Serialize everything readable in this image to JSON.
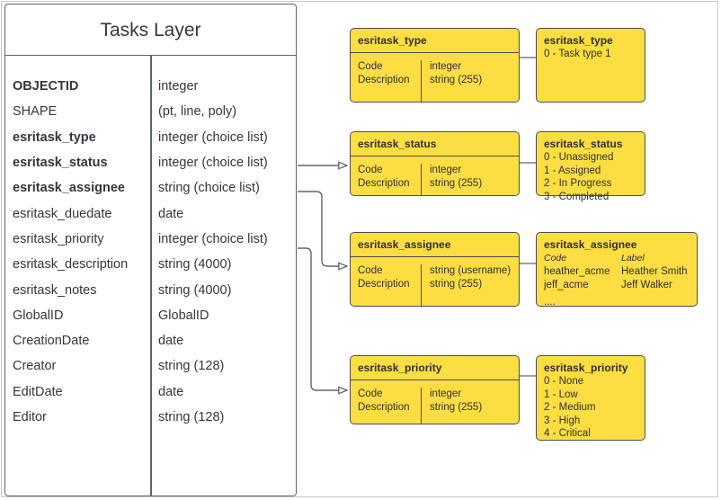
{
  "diagram": {
    "title": "Tasks Layer"
  },
  "tasks_layer": {
    "title": "Tasks Layer",
    "fields": [
      {
        "name": "OBJECTID",
        "type": "integer",
        "bold": false
      },
      {
        "name": "SHAPE",
        "type": "(pt, line, poly)",
        "bold": false
      },
      {
        "name": "esritask_type",
        "type": "integer (choice list)",
        "bold": true
      },
      {
        "name": "esritask_status",
        "type": "integer (choice list)",
        "bold": true
      },
      {
        "name": "esritask_assignee",
        "type": "string (choice list)",
        "bold": true
      },
      {
        "name": "esritask_duedate",
        "type": "date",
        "bold": false
      },
      {
        "name": "esritask_priority",
        "type": "integer (choice list)",
        "bold": false
      },
      {
        "name": "esritask_description",
        "type": "string (4000)",
        "bold": false
      },
      {
        "name": "esritask_notes",
        "type": "string (4000)",
        "bold": false
      },
      {
        "name": "GlobalID",
        "type": "GlobalID",
        "bold": false
      },
      {
        "name": "CreationDate",
        "type": "date",
        "bold": false
      },
      {
        "name": "Creator",
        "type": "string (128)",
        "bold": false
      },
      {
        "name": "EditDate",
        "type": "date",
        "bold": false
      },
      {
        "name": "Editor",
        "type": "string (128)",
        "bold": false
      }
    ]
  },
  "tables": {
    "type": {
      "title": "esritask_type",
      "left_lines": [
        "Code",
        "Description"
      ],
      "right_lines": [
        "integer",
        "string (255)"
      ]
    },
    "status": {
      "title": "esritask_status",
      "left_lines": [
        "Code",
        "Description"
      ],
      "right_lines": [
        "integer",
        "string (255)"
      ]
    },
    "assignee": {
      "title": "esritask_assignee",
      "left_lines": [
        "Code",
        "Description"
      ],
      "right_lines": [
        "string  (username)",
        "string (255)"
      ]
    },
    "priority": {
      "title": "esritask_priority",
      "left_lines": [
        "Code",
        "Description"
      ],
      "right_lines": [
        "integer",
        "string (255)"
      ]
    }
  },
  "domains": {
    "type": {
      "title": "esritask_type",
      "values": [
        "0 - Task type 1"
      ]
    },
    "status": {
      "title": "esritask_status",
      "values": [
        "0 - Unassigned",
        "1 - Assigned",
        "2 - In Progress",
        "3 - Completed"
      ]
    },
    "assignee": {
      "title": "esritask_assignee",
      "header": {
        "code": "Code",
        "label": "Label"
      },
      "rows": [
        {
          "code": "heather_acme",
          "label": "Heather Smith"
        },
        {
          "code": "jeff_acme",
          "label": "Jeff Walker"
        },
        {
          "code": "....",
          "label": ""
        }
      ]
    },
    "priority": {
      "title": "esritask_priority",
      "values": [
        "0 - None",
        "1 - Low",
        "2 - Medium",
        "3 - High",
        "4 - Critical"
      ]
    }
  },
  "colors": {
    "domain_fill": "#fcdd42",
    "border_dark": "#4a4f58",
    "table_border": "#5b6473",
    "frame": "#c9c9c9",
    "text": "#32373f"
  }
}
